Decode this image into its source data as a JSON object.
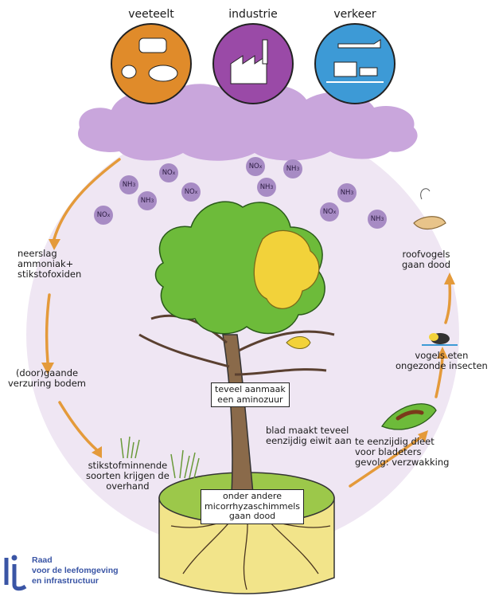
{
  "sources": [
    {
      "label": "veeteelt",
      "color": "#e08b2a"
    },
    {
      "label": "industrie",
      "color": "#9a4aa7"
    },
    {
      "label": "verkeer",
      "color": "#3d9ad6"
    }
  ],
  "chemicals": [
    {
      "text": "NOx"
    },
    {
      "text": "NH3"
    },
    {
      "text": "NH3"
    },
    {
      "text": "NOx"
    },
    {
      "text": "NOx"
    },
    {
      "text": "NOx"
    },
    {
      "text": "NH3"
    },
    {
      "text": "NH3"
    },
    {
      "text": "NH3"
    },
    {
      "text": "NOx"
    },
    {
      "text": "NH3"
    }
  ],
  "labels": {
    "neerslag": "neerslag\nammoniak+\nstikstofoxiden",
    "verzuring": "(door)gaande\nverzuring bodem",
    "stikstofminnende": "stikstofminnende\nsoorten krijgen de\noverhand",
    "roofvogels": "roofvogels\ngaan dood",
    "vogels": "vogels eten\nongezonde insecten",
    "dieet": "te eenzijdig dieet\nvoor bladeters\ngevolg: verzwakking",
    "blad": "blad maakt teveel\neenzijdig eiwit aan"
  },
  "boxes": {
    "aminozuur": "teveel aanmaak\neen aminozuur",
    "micorrhyza": "onder andere\nmicorrhyzaschimmels\ngaan dood"
  },
  "logo": {
    "line1": "Raad",
    "line2": "voor de leefomgeving",
    "line3": "en infrastructuur",
    "color": "#3a55a5"
  },
  "colors": {
    "cloud": "#c9a6dc",
    "circle": "#efe6f3",
    "arrow": "#e49a3a",
    "leaf_green": "#6dbb3a",
    "leaf_yellow": "#f2d23a",
    "soil": "#f2e48a",
    "grass": "#9cc84a"
  }
}
